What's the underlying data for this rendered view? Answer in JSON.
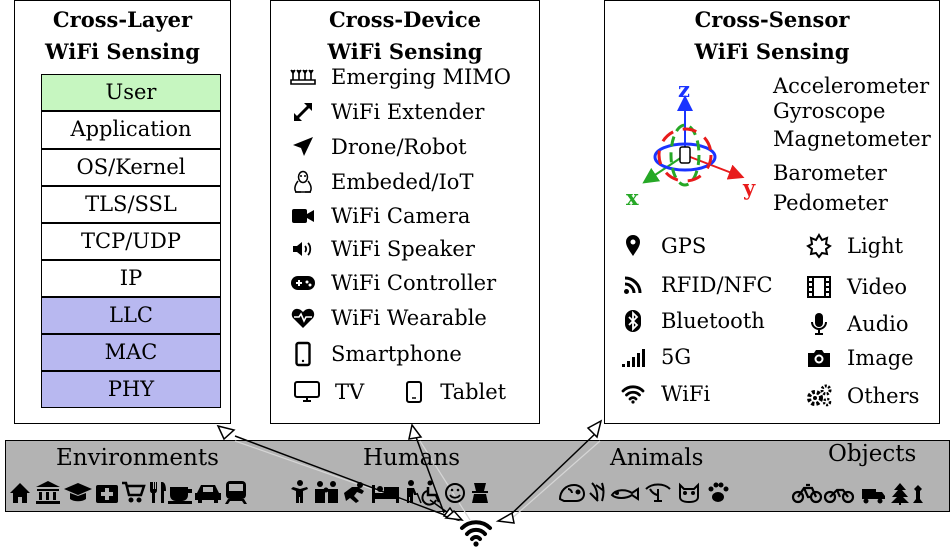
{
  "cross_layer": {
    "title_line1": "Cross-Layer",
    "title_line2": "WiFi Sensing",
    "layers": [
      "User",
      "Application",
      "OS/Kernel",
      "TLS/SSL",
      "TCP/UDP",
      "IP",
      "LLC",
      "MAC",
      "PHY"
    ],
    "colors": {
      "user": "#c6f6c0",
      "plain": "#ffffff",
      "link": "#b8b8f0"
    }
  },
  "cross_device": {
    "title_line1": "Cross-Device",
    "title_line2": "WiFi Sensing",
    "items": [
      {
        "icon": "antenna-array-icon",
        "label": "Emerging MIMO"
      },
      {
        "icon": "expand-arrows-icon",
        "label": "WiFi Extender"
      },
      {
        "icon": "paper-plane-icon",
        "label": "Drone/Robot"
      },
      {
        "icon": "linux-penguin-icon",
        "label": "Embeded/IoT"
      },
      {
        "icon": "video-camera-icon",
        "label": "WiFi Camera"
      },
      {
        "icon": "speaker-icon",
        "label": "WiFi Speaker"
      },
      {
        "icon": "gamepad-icon",
        "label": "WiFi Controller"
      },
      {
        "icon": "heartbeat-icon",
        "label": "WiFi Wearable"
      },
      {
        "icon": "smartphone-icon",
        "label": "Smartphone"
      }
    ],
    "tv_label": "TV",
    "tablet_label": "Tablet"
  },
  "cross_sensor": {
    "title_line1": "Cross-Sensor",
    "title_line2": "WiFi Sensing",
    "axes": {
      "z": "z",
      "x": "x",
      "y": "y"
    },
    "motion_sensors": [
      "Accelerometer",
      "Gyroscope",
      "Magnetometer",
      "Barometer",
      "Pedometer"
    ],
    "left_sensors": [
      {
        "icon": "map-pin-icon",
        "label": "GPS"
      },
      {
        "icon": "rss-icon",
        "label": "RFID/NFC"
      },
      {
        "icon": "bluetooth-icon",
        "label": "Bluetooth"
      },
      {
        "icon": "signal-bars-icon",
        "label": "5G"
      },
      {
        "icon": "wifi-icon",
        "label": "WiFi"
      }
    ],
    "right_sensors": [
      {
        "icon": "sun-icon",
        "label": "Light"
      },
      {
        "icon": "film-icon",
        "label": "Video"
      },
      {
        "icon": "microphone-icon",
        "label": "Audio"
      },
      {
        "icon": "camera-icon",
        "label": "Image"
      },
      {
        "icon": "gears-icon",
        "label": "Others"
      }
    ]
  },
  "targets": {
    "environments": {
      "label": "Environments",
      "glyphs": "⌂⌂⌂✚⛟⚲☕⛟⛟"
    },
    "humans": {
      "label": "Humans",
      "glyphs": "✊✊✊✊✊♿☺♟"
    },
    "animals": {
      "label": "Animals",
      "glyphs": "☕⚘⚘☂⚘⚘"
    },
    "objects": {
      "label": "Objects",
      "glyphs": "⚲⚲⛟⛟♟"
    },
    "band_color": "#b3b3b3"
  }
}
